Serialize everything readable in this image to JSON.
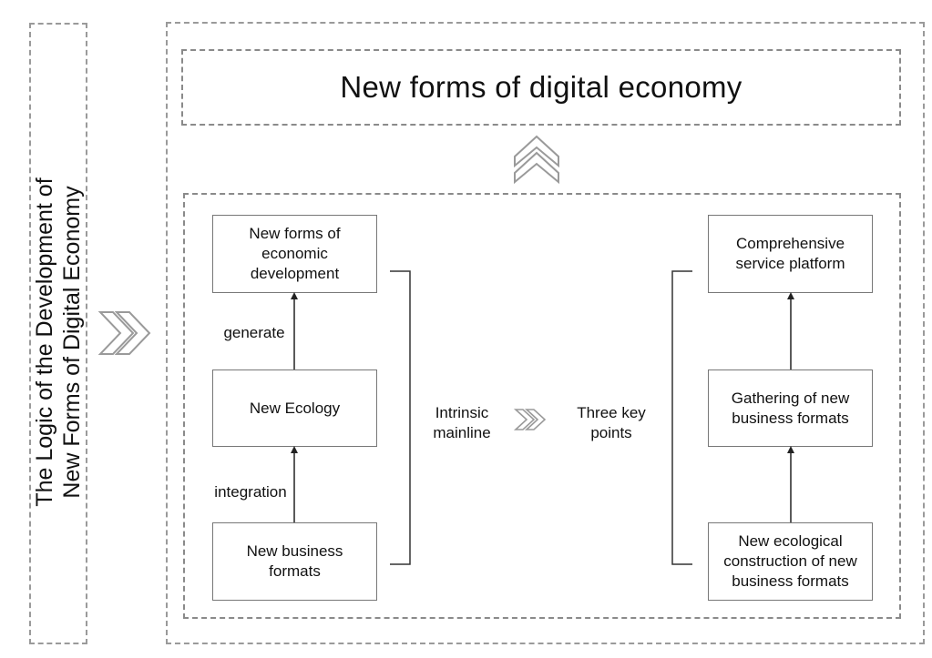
{
  "side_title": {
    "line1": "The Logic of the Development of",
    "line2": "New Forms of Digital Economy"
  },
  "top_title": "New forms of digital economy",
  "left_chain": {
    "top": "New forms of economic development",
    "middle": "New Ecology",
    "bottom": "New business formats",
    "upper_arrow_label": "generate",
    "lower_arrow_label": "integration"
  },
  "center": {
    "left_label": "Intrinsic mainline",
    "right_label": "Three key points"
  },
  "right_chain": {
    "top": "Comprehensive service platform",
    "middle": "Gathering of new business formats",
    "bottom": "New ecological construction of new business formats"
  },
  "icons": {
    "double_chevron_right": "double-chevron-right-icon",
    "double_chevron_up": "double-chevron-up-icon"
  }
}
